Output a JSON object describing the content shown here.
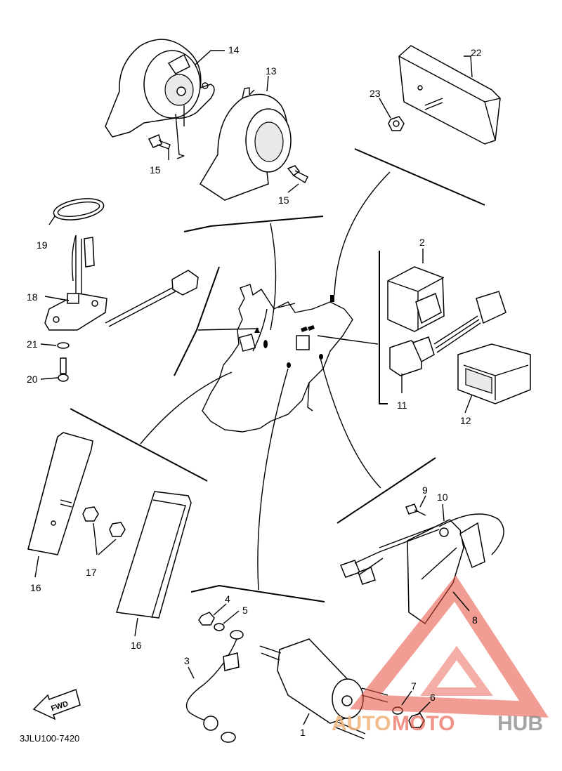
{
  "diagram": {
    "code": "3JLU100-7420",
    "fwd": "FWD",
    "watermark": {
      "auto": "AUTO",
      "moto": "MOTO",
      "hub": "HUB"
    },
    "callouts": {
      "c1": "1",
      "c2": "2",
      "c3": "3",
      "c4": "4",
      "c5": "5",
      "c6": "6",
      "c7": "7",
      "c8": "8",
      "c9": "9",
      "c10": "10",
      "c11": "11",
      "c12": "12",
      "c13": "13",
      "c14": "14",
      "c15a": "15",
      "c15b": "15",
      "c16a": "16",
      "c16b": "16",
      "c17": "17",
      "c18": "18",
      "c19": "19",
      "c20": "20",
      "c21": "21",
      "c22": "22",
      "c23": "23"
    }
  }
}
